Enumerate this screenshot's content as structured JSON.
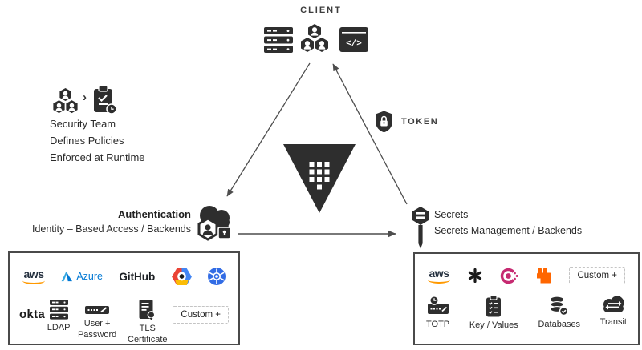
{
  "client": {
    "label": "CLIENT"
  },
  "token": {
    "label": "TOKEN"
  },
  "security_team": {
    "line1": "Security Team",
    "line2": "Defines Policies",
    "line3": "Enforced at Runtime"
  },
  "authentication": {
    "title": "Authentication",
    "subtitle": "Identity – Based Access / Backends"
  },
  "secrets": {
    "title": "Secrets",
    "subtitle": "Secrets Management / Backends"
  },
  "auth_backends": {
    "aws_label": "aws",
    "azure_label": "Azure",
    "github_label": "GitHub",
    "okta_label": "okta",
    "ldap_label": "LDAP",
    "user_password_label": "User + Password",
    "tls_label": "TLS Certificate",
    "custom_label": "Custom +"
  },
  "secrets_backends": {
    "aws_label": "aws",
    "custom_label": "Custom +",
    "totp_label": "TOTP",
    "key_values_label": "Key / Values",
    "databases_label": "Databases",
    "transit_label": "Transit"
  },
  "colors": {
    "ink": "#2e2e2e",
    "arrow": "#4d4d4d",
    "aws_orange": "#FF9900",
    "azure_blue": "#0078D4",
    "kubernetes_blue": "#326CE5",
    "consul_magenta": "#C62A71",
    "rabbitmq_orange": "#FF6600",
    "google_red": "#EA4335",
    "google_yellow": "#FBBC05",
    "google_blue": "#4285F4"
  }
}
